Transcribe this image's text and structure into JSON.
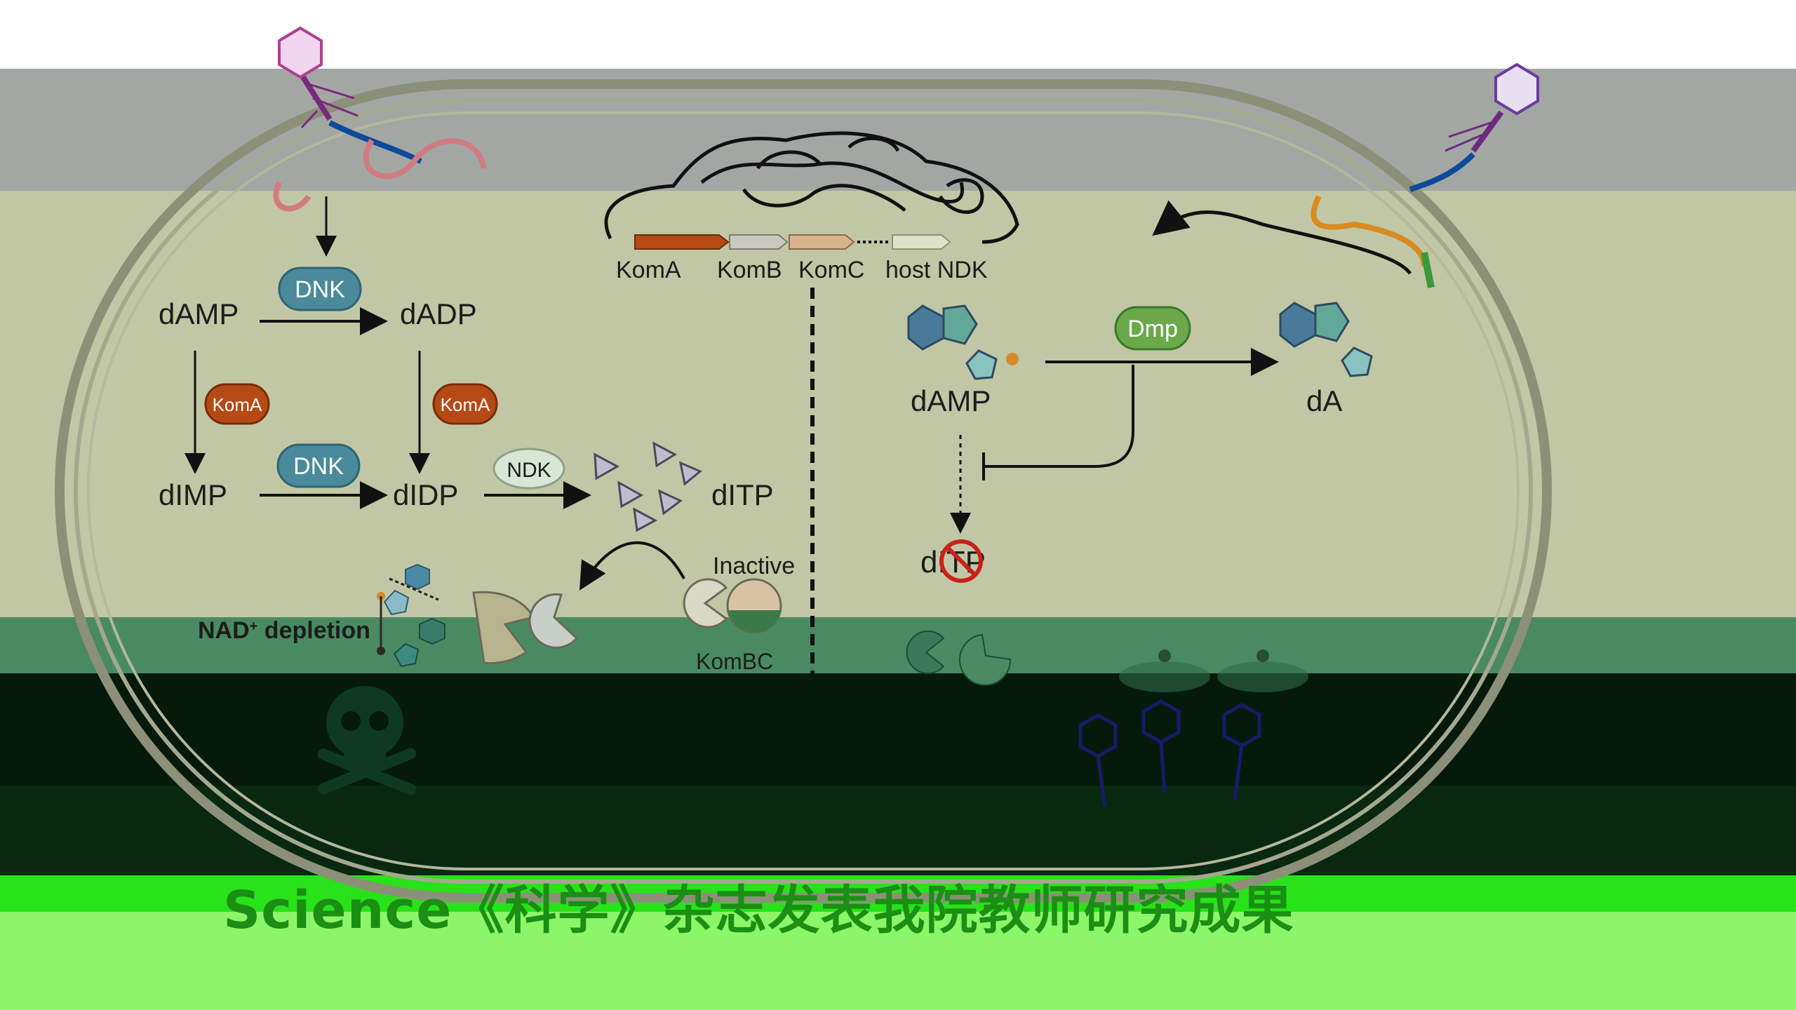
{
  "genes": {
    "koma": "KomA",
    "komb": "KomB",
    "komc": "KomC",
    "host_ndk": "host NDK"
  },
  "left_pathway": {
    "damp": "dAMP",
    "dadp": "dADP",
    "dimp": "dIMP",
    "didp": "dIDP",
    "ditp": "dITP",
    "dnk_top": "DNK",
    "dnk_bottom": "DNK",
    "koma_left": "KomA",
    "koma_right": "KomA",
    "ndk": "NDK",
    "inactive": "Inactive",
    "kombc": "KomBC",
    "nad_depletion_prefix": "NAD",
    "nad_depletion_sup": "+",
    "nad_depletion_suffix": " depletion"
  },
  "right_pathway": {
    "damp": "dAMP",
    "da": "dA",
    "dmp": "Dmp",
    "ditp_blocked": "dITP"
  },
  "caption": "Science《科学》杂志发表我院教师研究成果",
  "colors": {
    "koma_orange": "#b54a14",
    "dnk_teal": "#4a8a9a",
    "dmp_green": "#6aa84a",
    "ndk_pale": "#d8e6d6",
    "caption_green": "#1a8f14"
  }
}
